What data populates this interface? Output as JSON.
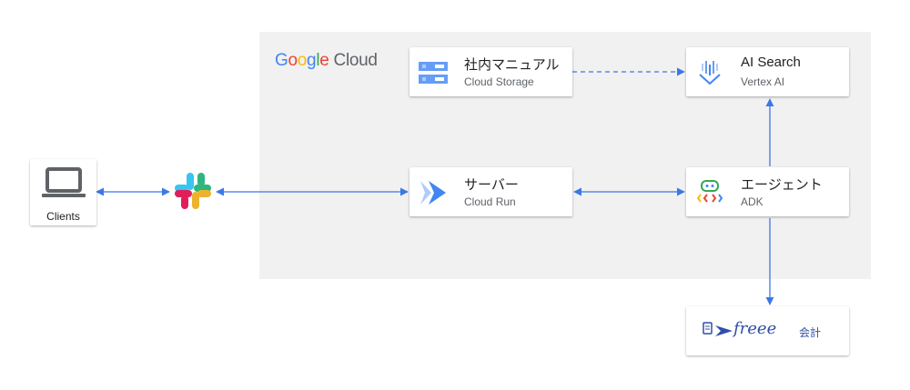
{
  "logo": {
    "google_letters": [
      "G",
      "o",
      "o",
      "g",
      "l",
      "e"
    ],
    "google_colors": [
      "#4285F4",
      "#EA4335",
      "#FBBC05",
      "#4285F4",
      "#34A853",
      "#EA4335"
    ],
    "cloud": "Cloud"
  },
  "clients": {
    "label": "Clients",
    "icon": "laptop-icon"
  },
  "slack": {
    "icon": "slack-icon",
    "colors": [
      "#36C5F0",
      "#2EB67D",
      "#ECB22E",
      "#E01E5A"
    ]
  },
  "nodes": {
    "storage": {
      "title": "社内マニュアル",
      "subtitle": "Cloud Storage",
      "icon": "cloud-storage-icon"
    },
    "search": {
      "title": "AI Search",
      "subtitle": "Vertex AI",
      "icon": "vertex-ai-search-icon"
    },
    "server": {
      "title": "サーバー",
      "subtitle": "Cloud Run",
      "icon": "cloud-run-icon"
    },
    "agent": {
      "title": "エージェント",
      "subtitle": "ADK",
      "icon": "adk-agent-icon"
    },
    "freee": {
      "brand": "freee",
      "suffix": "会計",
      "icon": "freee-logo-icon"
    }
  },
  "colors": {
    "line": "#3b78e7",
    "region_bg": "#f1f1f1"
  }
}
